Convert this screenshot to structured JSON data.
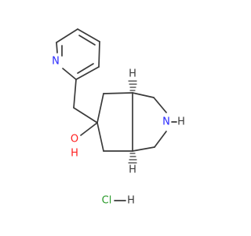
{
  "molecule": {
    "atoms": {
      "pyridine_n": "N",
      "amine_n": "N",
      "amine_h": "H",
      "hydroxyl_o": "O",
      "hydroxyl_h": "H",
      "stereo_h_top": "H",
      "stereo_h_bottom": "H",
      "chloride": "Cl",
      "hcl_h": "H"
    },
    "colors": {
      "bond": "#3a3a3a",
      "nitrogen": "#2a2aff",
      "oxygen": "#ff2020",
      "chlorine": "#2a9a2a"
    }
  }
}
